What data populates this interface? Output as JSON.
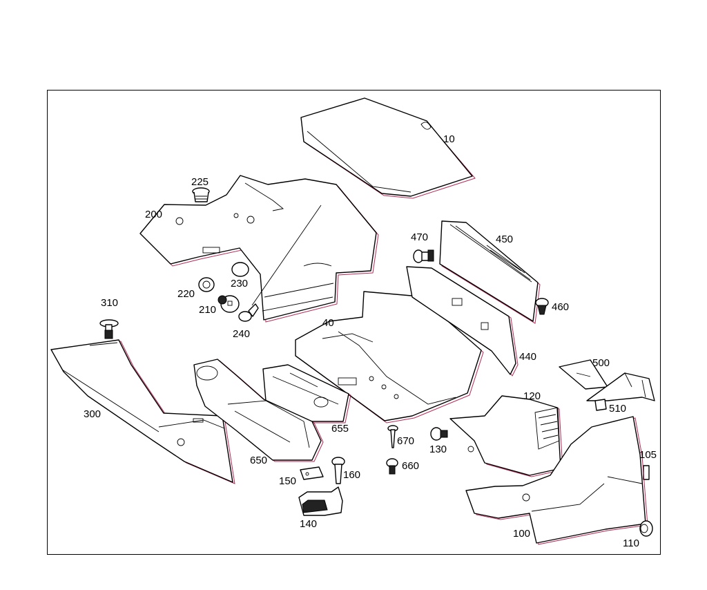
{
  "diagram": {
    "callouts": [
      "10",
      "200",
      "225",
      "220",
      "230",
      "210",
      "240",
      "310",
      "300",
      "40",
      "470",
      "450",
      "460",
      "440",
      "500",
      "510",
      "120",
      "130",
      "655",
      "650",
      "670",
      "660",
      "150",
      "160",
      "140",
      "105",
      "100",
      "110"
    ]
  }
}
